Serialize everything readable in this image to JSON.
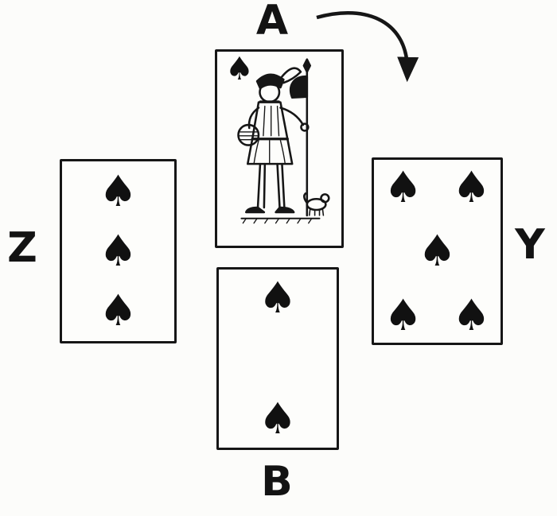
{
  "labels": {
    "top": "A",
    "right": "Y",
    "bottom": "B",
    "left": "Z"
  },
  "suit": {
    "name": "spades",
    "symbol": "♠"
  },
  "cards": {
    "top": {
      "name": "Jack of Spades",
      "rank": "Jack"
    },
    "left": {
      "name": "Three of Spades",
      "pips": 3
    },
    "right": {
      "name": "Five of Spades",
      "pips": 5
    },
    "bottom": {
      "name": "Two of Spades",
      "pips": 2
    }
  },
  "arrow": {
    "description": "curved arrow from A toward Y",
    "direction": "clockwise"
  },
  "colors": {
    "ink": "#161616",
    "paper": "#fcfcfa"
  }
}
